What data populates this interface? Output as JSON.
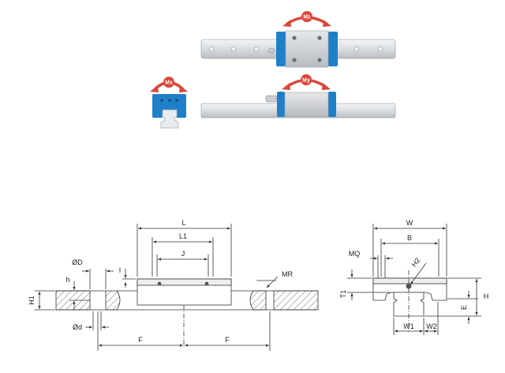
{
  "moments": {
    "mz": "Mz",
    "mx": "Mx",
    "my": "My"
  },
  "dimensions": {
    "L": "L",
    "L1": "L1",
    "J": "J",
    "I": "I",
    "MR": "MR",
    "D": "ØD",
    "h": "h",
    "H1": "H1",
    "d": "Ød",
    "F": "F",
    "W": "W",
    "B": "B",
    "MQ": "MQ",
    "H2": "H2",
    "T1": "T1",
    "E": "E",
    "H": "H",
    "W1": "W1",
    "W2": "W2"
  },
  "colors": {
    "block_blue": "#1f80c8",
    "arrow_red": "#d9483b",
    "rail_grey": "#d8dce0",
    "block_grey": "#cfd3d7",
    "line": "#333333"
  }
}
